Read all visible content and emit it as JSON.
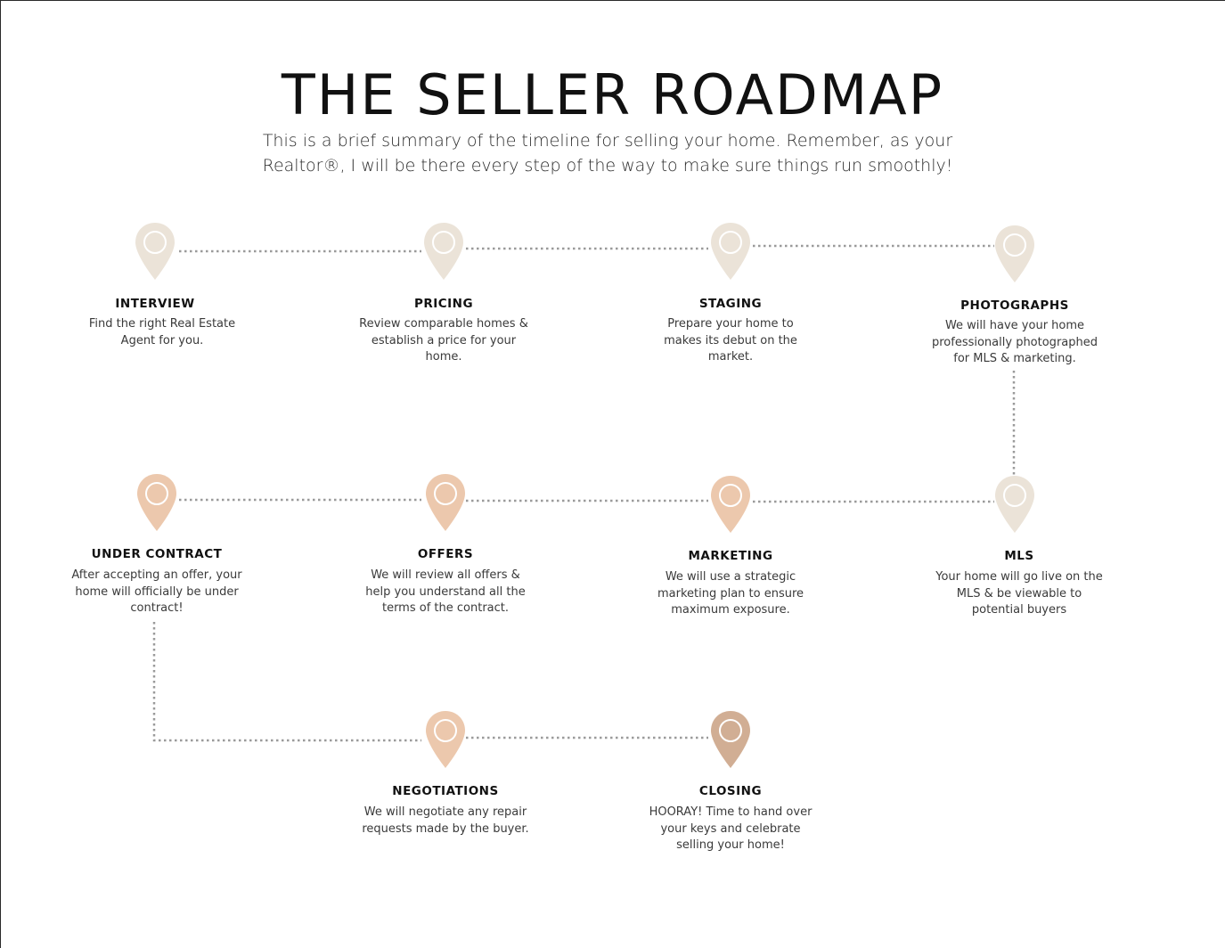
{
  "title": "THE SELLER ROADMAP",
  "subtitle": "This is a brief summary of the timeline for selling your home. Remember, as your Realtor®, I will be there every step of the way to make sure things run smoothly!",
  "colors": {
    "pin_light": "#ebe3d8",
    "pin_peach": "#ecc8ad",
    "pin_tan": "#d1ae94",
    "connector": "#9a9a9a"
  },
  "steps": [
    {
      "title": "INTERVIEW",
      "desc": "Find the right Real Estate Agent for you.",
      "color": "#ebe3d8",
      "icon": "location-pin-icon"
    },
    {
      "title": "PRICING",
      "desc": "Review comparable homes & establish a price for your home.",
      "color": "#ebe3d8",
      "icon": "location-pin-icon"
    },
    {
      "title": "STAGING",
      "desc": "Prepare your home to makes its debut on the market.",
      "color": "#ebe3d8",
      "icon": "location-pin-icon"
    },
    {
      "title": "PHOTOGRAPHS",
      "desc": "We will have your home professionally photographed for MLS & marketing.",
      "color": "#ebe3d8",
      "icon": "location-pin-icon"
    },
    {
      "title": "MLS",
      "desc": "Your home will go live on the MLS & be viewable to potential buyers",
      "color": "#ebe3d8",
      "icon": "location-pin-icon"
    },
    {
      "title": "MARKETING",
      "desc": "We will use a strategic marketing plan to ensure maximum exposure.",
      "color": "#ecc8ad",
      "icon": "location-pin-icon"
    },
    {
      "title": "OFFERS",
      "desc": "We will review all offers & help you understand all the terms of the contract.",
      "color": "#ecc8ad",
      "icon": "location-pin-icon"
    },
    {
      "title": "UNDER CONTRACT",
      "desc": "After accepting an offer, your home will officially be under contract!",
      "color": "#ecc8ad",
      "icon": "location-pin-icon"
    },
    {
      "title": "NEGOTIATIONS",
      "desc": "We will negotiate any repair requests made by the buyer.",
      "color": "#ecc8ad",
      "icon": "location-pin-icon"
    },
    {
      "title": "CLOSING",
      "desc": "HOORAY! Time to hand over your keys and celebrate selling your home!",
      "color": "#d1ae94",
      "icon": "location-pin-icon"
    }
  ]
}
